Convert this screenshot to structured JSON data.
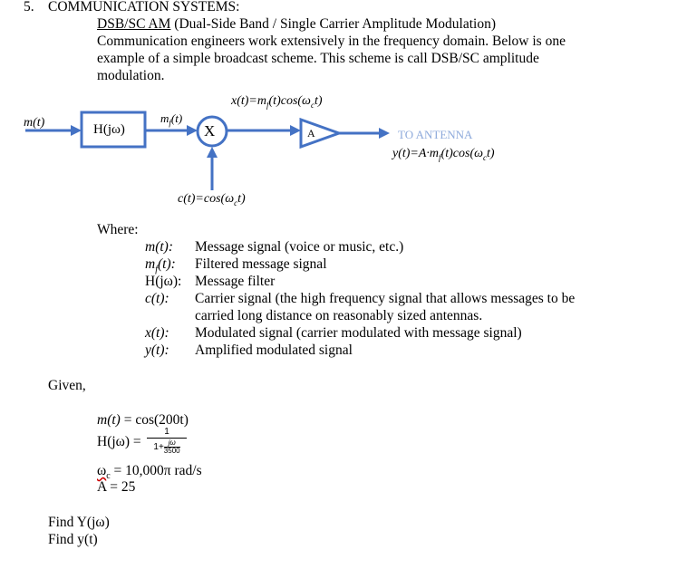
{
  "problem": {
    "number": "5.",
    "heading": "COMMUNICATION SYSTEMS:",
    "subtitle_underlined": "DSB/SC AM",
    "subtitle_rest": " (Dual-Side Band / Single Carrier Amplitude Modulation)",
    "intro_lines": [
      "Communication engineers work extensively in the frequency domain.  Below is one",
      "example of a simple broadcast scheme.  This scheme is call DSB/SC amplitude",
      "modulation."
    ]
  },
  "diagram": {
    "input_label": "m(t)",
    "filter_label": "H(jω)",
    "filtered_label": "m",
    "filtered_sub": "f",
    "filtered_tail": "(t)",
    "mixer_label": "X",
    "mixer_output_label": "x(t)=m",
    "mixer_output_sub": "f",
    "mixer_output_tail": "(t)cos(ω",
    "mixer_output_sub2": "c",
    "mixer_output_end": "t)",
    "amp_label": "A",
    "antenna_label": "TO ANTENNA",
    "output_label": "y(t)=A·m",
    "output_sub": "f",
    "output_tail": "(t)cos(ω",
    "output_sub2": "c",
    "output_end": "t)",
    "carrier_label": "c(t)=cos(ω",
    "carrier_sub": "c",
    "carrier_end": "t)",
    "line_color": "#4472c4",
    "antenna_color": "#8eaadb"
  },
  "where": {
    "label": "Where:",
    "defs": [
      {
        "sym": "m(t):",
        "desc": "Message signal (voice or music, etc.)"
      },
      {
        "sym": "m",
        "sub": "f",
        "tail": "(t):",
        "desc": "Filtered message signal"
      },
      {
        "sym": "H(jω):",
        "desc": "Message filter"
      },
      {
        "sym": "c(t):",
        "desc": "Carrier signal (the high frequency signal that allows messages to be",
        "desc2": "carried long distance on reasonably sized antennas."
      },
      {
        "sym": "x(t):",
        "desc": "Modulated signal (carrier modulated with message signal)"
      },
      {
        "sym": "y(t):",
        "desc": "Amplified modulated signal"
      }
    ]
  },
  "given": {
    "label": "Given,",
    "m_lhs": "m(t)",
    "m_rhs": " = cos(200t)",
    "h_lhs": "H(jω) = ",
    "h_num": "1",
    "h_den": "1+",
    "h_den_num": "jω",
    "h_den_den": "3500",
    "wc_sym": "ω",
    "wc_sub": "c",
    "wc_rhs": " = 10,000π rad/s",
    "a_line": "A = 25"
  },
  "find": {
    "line1": "Find Y(jω)",
    "line2": "Find y(t)"
  }
}
